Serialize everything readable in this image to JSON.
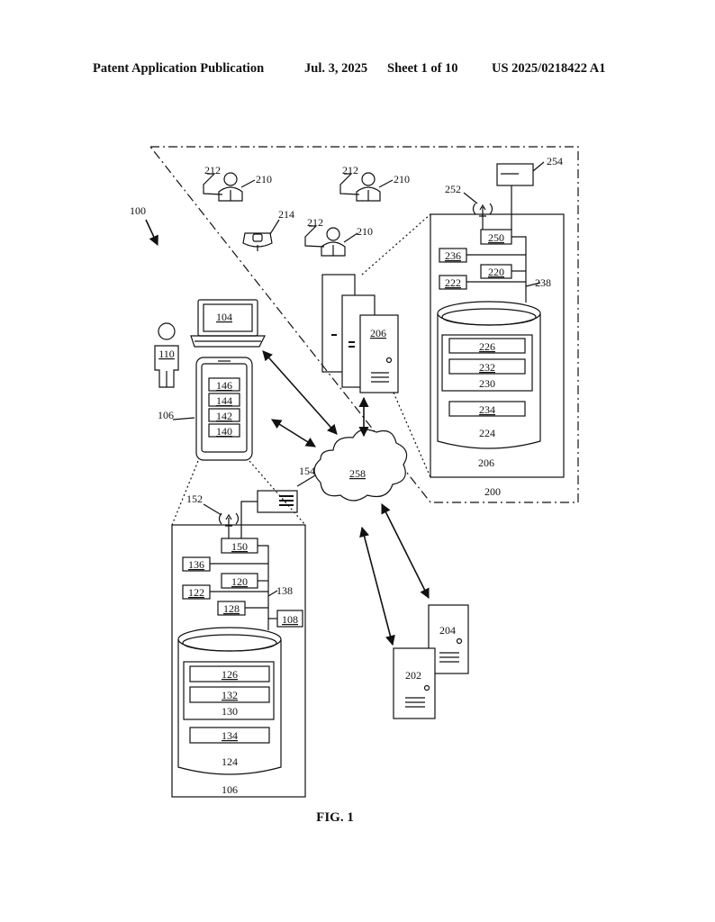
{
  "header": {
    "publication": "Patent Application Publication",
    "date": "Jul. 3, 2025",
    "sheet": "Sheet 1 of 10",
    "number": "US 2025/0218422 A1"
  },
  "figure": {
    "caption": "FIG. 1",
    "labels": {
      "system": "100",
      "user_device": "106",
      "user_device_box": "106",
      "user": "110",
      "laptop": "104",
      "app_146": "146",
      "app_144": "144",
      "app_142": "142",
      "app_140": "140",
      "device_antenna": "152",
      "device_router": "154",
      "device_150": "150",
      "device_136": "136",
      "device_120": "120",
      "device_122": "122",
      "device_138": "138",
      "device_128": "128",
      "device_108": "108",
      "device_126": "126",
      "device_132": "132",
      "device_130": "130",
      "device_134": "134",
      "device_124": "124",
      "network": "258",
      "server_202": "202",
      "server_204": "204",
      "server_206": "206",
      "server_box": "206",
      "environment": "200",
      "person_210a": "210",
      "person_212a": "212",
      "person_210b": "210",
      "person_212b": "212",
      "person_210c": "210",
      "person_212c": "212",
      "robot": "214",
      "server_antenna": "252",
      "server_router": "254",
      "server_250": "250",
      "server_236": "236",
      "server_220": "220",
      "server_222": "222",
      "server_238": "238",
      "server_226": "226",
      "server_232": "232",
      "server_230": "230",
      "server_234": "234",
      "server_224": "224"
    }
  }
}
